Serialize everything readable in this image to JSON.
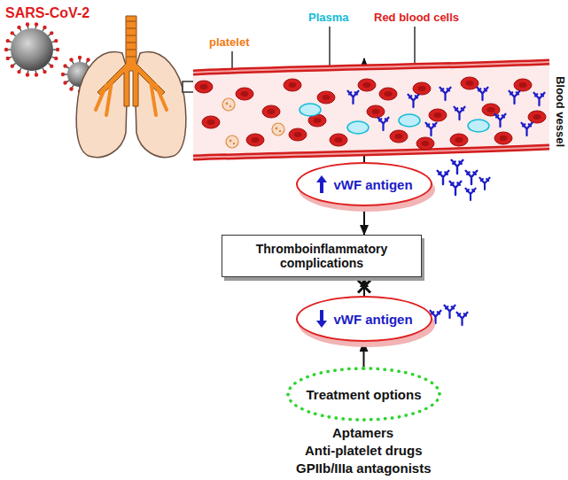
{
  "diagram": {
    "nodes": [
      {
        "text": [
          "Blood vessel"
        ]
      },
      {
        "text": [
          "vWF antigen"
        ]
      },
      {
        "text": [
          "Thromboinflammatory complications"
        ]
      },
      {
        "text": [
          "vWF antigen"
        ]
      },
      {
        "text": [
          "Treatment options"
        ]
      }
    ],
    "edges": [
      {
        "from": 1,
        "to": 0,
        "arrow": "to"
      },
      {
        "from": 1,
        "to": 2,
        "arrow": "to"
      },
      {
        "from": 3,
        "to": 2,
        "arrow": "to"
      },
      {
        "from": 4,
        "to": 3,
        "arrow": "to"
      }
    ],
    "labels": [
      "SARS-CoV-2",
      "platelet",
      "Plasma",
      "Red blood cells",
      "Aptamers",
      "Anti-platelet drugs",
      "GPIIb/IIIa antagonists"
    ]
  }
}
